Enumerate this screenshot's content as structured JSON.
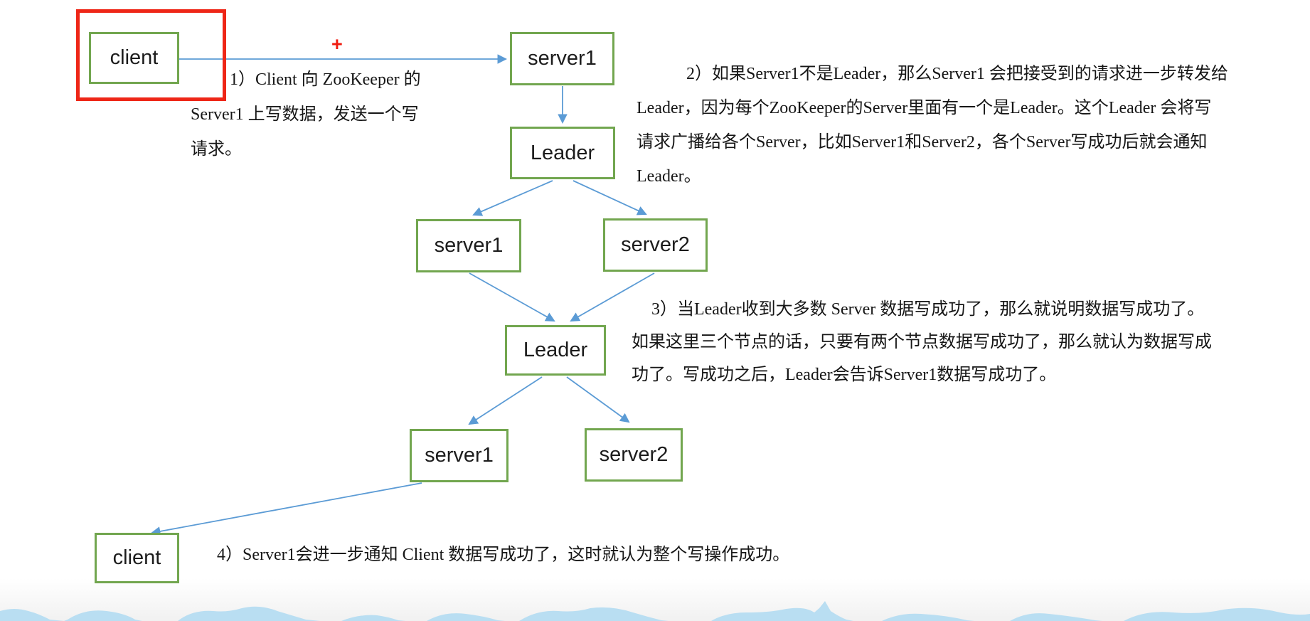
{
  "diagram": {
    "title_hint": "ZooKeeper write request flow",
    "plus_marker": "+",
    "nodes": [
      {
        "id": "client-top",
        "label": "client"
      },
      {
        "id": "server1-top",
        "label": "server1"
      },
      {
        "id": "leader-1",
        "label": "Leader"
      },
      {
        "id": "server1-mid",
        "label": "server1"
      },
      {
        "id": "server2-mid",
        "label": "server2"
      },
      {
        "id": "leader-2",
        "label": "Leader"
      },
      {
        "id": "server1-bottom",
        "label": "server1"
      },
      {
        "id": "server2-bottom",
        "label": "server2"
      },
      {
        "id": "client-bottom",
        "label": "client"
      }
    ],
    "edges": [
      {
        "from": "client-top",
        "to": "server1-top"
      },
      {
        "from": "server1-top",
        "to": "leader-1"
      },
      {
        "from": "leader-1",
        "to": "server1-mid"
      },
      {
        "from": "leader-1",
        "to": "server2-mid"
      },
      {
        "from": "server1-mid",
        "to": "leader-2"
      },
      {
        "from": "server2-mid",
        "to": "leader-2"
      },
      {
        "from": "leader-2",
        "to": "server1-bottom"
      },
      {
        "from": "leader-2",
        "to": "server2-bottom"
      },
      {
        "from": "server1-bottom",
        "to": "client-bottom"
      }
    ],
    "steps": [
      {
        "text": "1）Client 向 ZooKeeper 的\nServer1 上写数据，发送一个写\n请求。"
      },
      {
        "text": "2）如果Server1不是Leader，那么Server1 会把接受到的请求进一步转发给\nLeader，因为每个ZooKeeper的Server里面有一个是Leader。这个Leader 会将写\n请求广播给各个Server，比如Server1和Server2，各个Server写成功后就会通知\nLeader。"
      },
      {
        "text": "3）当Leader收到大多数 Server 数据写成功了，那么就说明数据写成功了。\n如果这里三个节点的话，只要有两个节点数据写成功了，那么就认为数据写成\n功了。写成功之后，Leader会告诉Server1数据写成功了。"
      },
      {
        "text": "4）Server1会进一步通知 Client 数据写成功了，这时就认为整个写操作成功。"
      }
    ],
    "colors": {
      "box_border": "#72a64f",
      "arrow": "#5b9bd5",
      "highlight_rect": "#ee2617",
      "plus": "#f01c10",
      "text": "#161616",
      "wave": "#b9def2"
    }
  }
}
